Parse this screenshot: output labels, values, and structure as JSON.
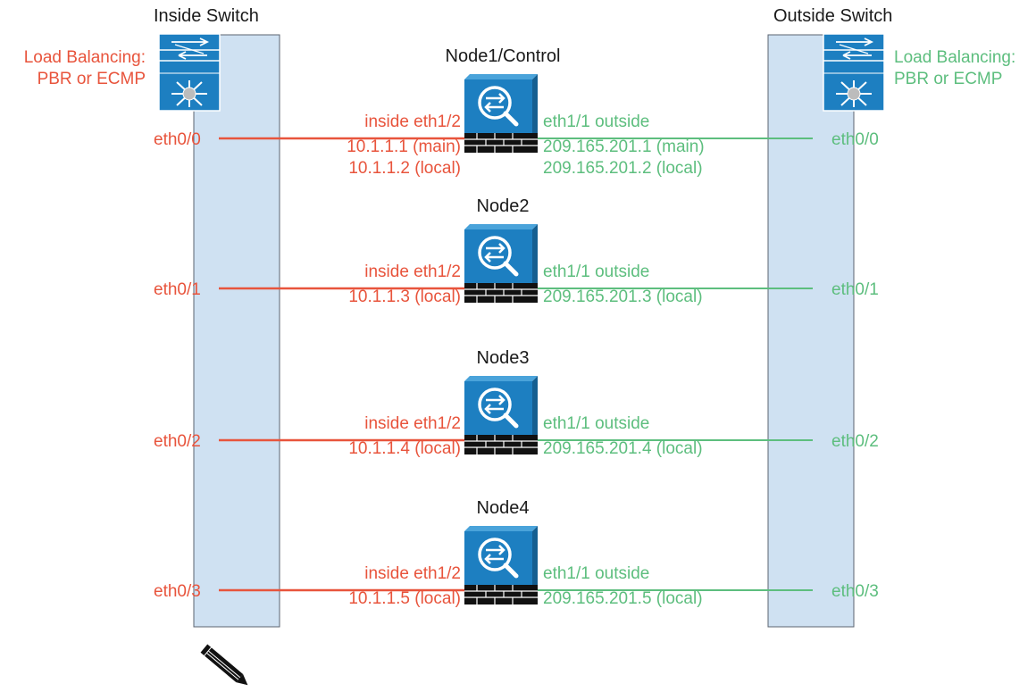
{
  "colors": {
    "inside": "#e8543c",
    "outside": "#5dbe7e",
    "switch_panel": "#cfe1f2",
    "device": "#1d7fc1",
    "text": "#1a1a1a"
  },
  "inside_switch": {
    "title": "Inside Switch",
    "lb_line1": "Load Balancing:",
    "lb_line2": "PBR or ECMP",
    "ports": [
      "eth0/0",
      "eth0/1",
      "eth0/2",
      "eth0/3"
    ]
  },
  "outside_switch": {
    "title": "Outside Switch",
    "lb_line1": "Load Balancing:",
    "lb_line2": "PBR or ECMP",
    "ports": [
      "eth0/0",
      "eth0/1",
      "eth0/2",
      "eth0/3"
    ]
  },
  "nodes": [
    {
      "name": "Node1/Control",
      "inside_if": "inside eth1/2",
      "inside_ips": [
        "10.1.1.1 (main)",
        "10.1.1.2 (local)"
      ],
      "outside_if": "eth1/1 outside",
      "outside_ips": [
        "209.165.201.1 (main)",
        "209.165.201.2 (local)"
      ]
    },
    {
      "name": "Node2",
      "inside_if": "inside eth1/2",
      "inside_ips": [
        "10.1.1.3 (local)"
      ],
      "outside_if": "eth1/1 outside",
      "outside_ips": [
        "209.165.201.3 (local)"
      ]
    },
    {
      "name": "Node3",
      "inside_if": "inside eth1/2",
      "inside_ips": [
        "10.1.1.4 (local)"
      ],
      "outside_if": "eth1/1 outside",
      "outside_ips": [
        "209.165.201.4 (local)"
      ]
    },
    {
      "name": "Node4",
      "inside_if": "inside eth1/2",
      "inside_ips": [
        "10.1.1.5 (local)"
      ],
      "outside_if": "eth1/1 outside",
      "outside_ips": [
        "209.165.201.5 (local)"
      ]
    }
  ],
  "icons": {
    "switch": "network-switch-icon",
    "firewall": "firewall-device-icon",
    "note": "pencil-icon"
  }
}
